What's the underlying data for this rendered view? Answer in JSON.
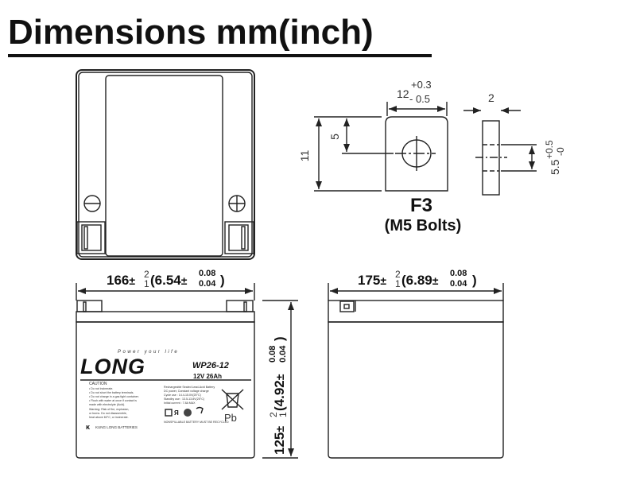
{
  "title": "Dimensions mm(inch)",
  "terminal": {
    "name": "F3",
    "bolt": "(M5 Bolts)",
    "width_nominal": "12",
    "width_tol_plus": "+0.3",
    "width_tol_minus": "- 0.5",
    "height": "11",
    "hole_height": "5",
    "thickness": "2",
    "side_dim": "5.5",
    "side_tol_plus": "+0.5",
    "side_tol_minus": "-0"
  },
  "dimensions": {
    "length": {
      "mm": "166",
      "mm_tol_plus": "2",
      "mm_tol_minus": "1",
      "inch": "(6.54",
      "in_tol_plus": "0.08",
      "in_tol_minus": "0.04",
      "close": ")"
    },
    "width": {
      "mm": "175",
      "mm_tol_plus": "2",
      "mm_tol_minus": "1",
      "inch": "(6.89",
      "in_tol_plus": "0.08",
      "in_tol_minus": "0.04",
      "close": ")"
    },
    "height": {
      "mm": "125",
      "mm_tol_plus": "2",
      "mm_tol_minus": "1",
      "inch": "(4.92",
      "in_tol_plus": "0.08",
      "in_tol_minus": "0.04",
      "close": ")"
    },
    "pm": "±"
  },
  "label": {
    "brand": "LONG",
    "tagline": "Power your life",
    "model": "WP26-12",
    "rating": "12V 26Ah",
    "caution_title": "CAUTION",
    "caution_lines": [
      "• Do not incinerate.",
      "• Do not short the battery terminals.",
      "• Do not charge in a gas tight container.",
      "• Flush with water at once if contact is",
      "  made with electrolyte (Acid)."
    ],
    "warning_lines": [
      "Warning: Risk of fire, explosion,",
      "or burns. Do not disassemble,",
      "heat above 60°C, or incinerate."
    ],
    "maker": "KUNG LONG BATTERIES",
    "spec_lines": [
      "Rechargeable Sealed Lead-Acid Battery",
      "DC power, Constant voltage charge",
      "Cycle use : 14.4-15.0V(25°C)",
      "Standby use : 13.5-13.8V(25°C)",
      "Initial current : 7.8A MAX"
    ],
    "recycle": "NONSPILLABLE  BATTERY MUST BE RECYCLED",
    "pb": "Pb"
  }
}
